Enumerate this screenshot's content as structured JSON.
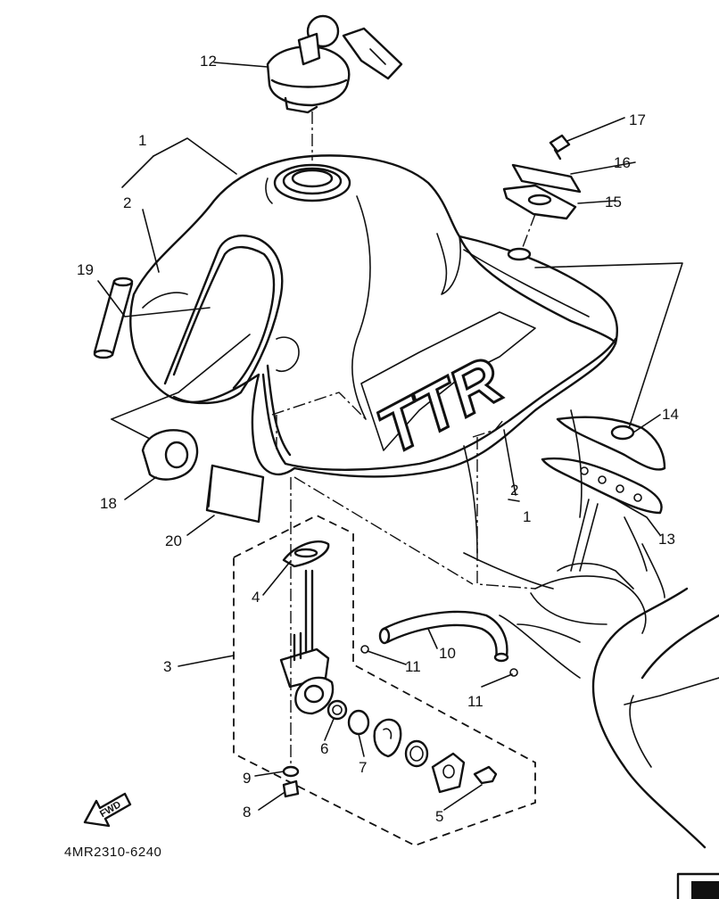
{
  "diagram": {
    "part_code": "4MR2310-6240",
    "logo_text": "TTR",
    "fwd_label": "FWD",
    "callouts": [
      {
        "id": "c1",
        "text": "1"
      },
      {
        "id": "c2",
        "text": "2"
      },
      {
        "id": "c3",
        "text": "3"
      },
      {
        "id": "c4",
        "text": "4"
      },
      {
        "id": "c5",
        "text": "5"
      },
      {
        "id": "c6",
        "text": "6"
      },
      {
        "id": "c7",
        "text": "7"
      },
      {
        "id": "c8",
        "text": "8"
      },
      {
        "id": "c9",
        "text": "9"
      },
      {
        "id": "c10",
        "text": "10"
      },
      {
        "id": "c11a",
        "text": "11"
      },
      {
        "id": "c11b",
        "text": "11"
      },
      {
        "id": "c12",
        "text": "12"
      },
      {
        "id": "c13",
        "text": "13"
      },
      {
        "id": "c14",
        "text": "14"
      },
      {
        "id": "c15",
        "text": "15"
      },
      {
        "id": "c16",
        "text": "16"
      },
      {
        "id": "c17",
        "text": "17"
      },
      {
        "id": "c18",
        "text": "18"
      },
      {
        "id": "c19",
        "text": "19"
      },
      {
        "id": "c20",
        "text": "20"
      },
      {
        "id": "c2b",
        "text": "2"
      },
      {
        "id": "c1b",
        "text": "1"
      }
    ]
  }
}
